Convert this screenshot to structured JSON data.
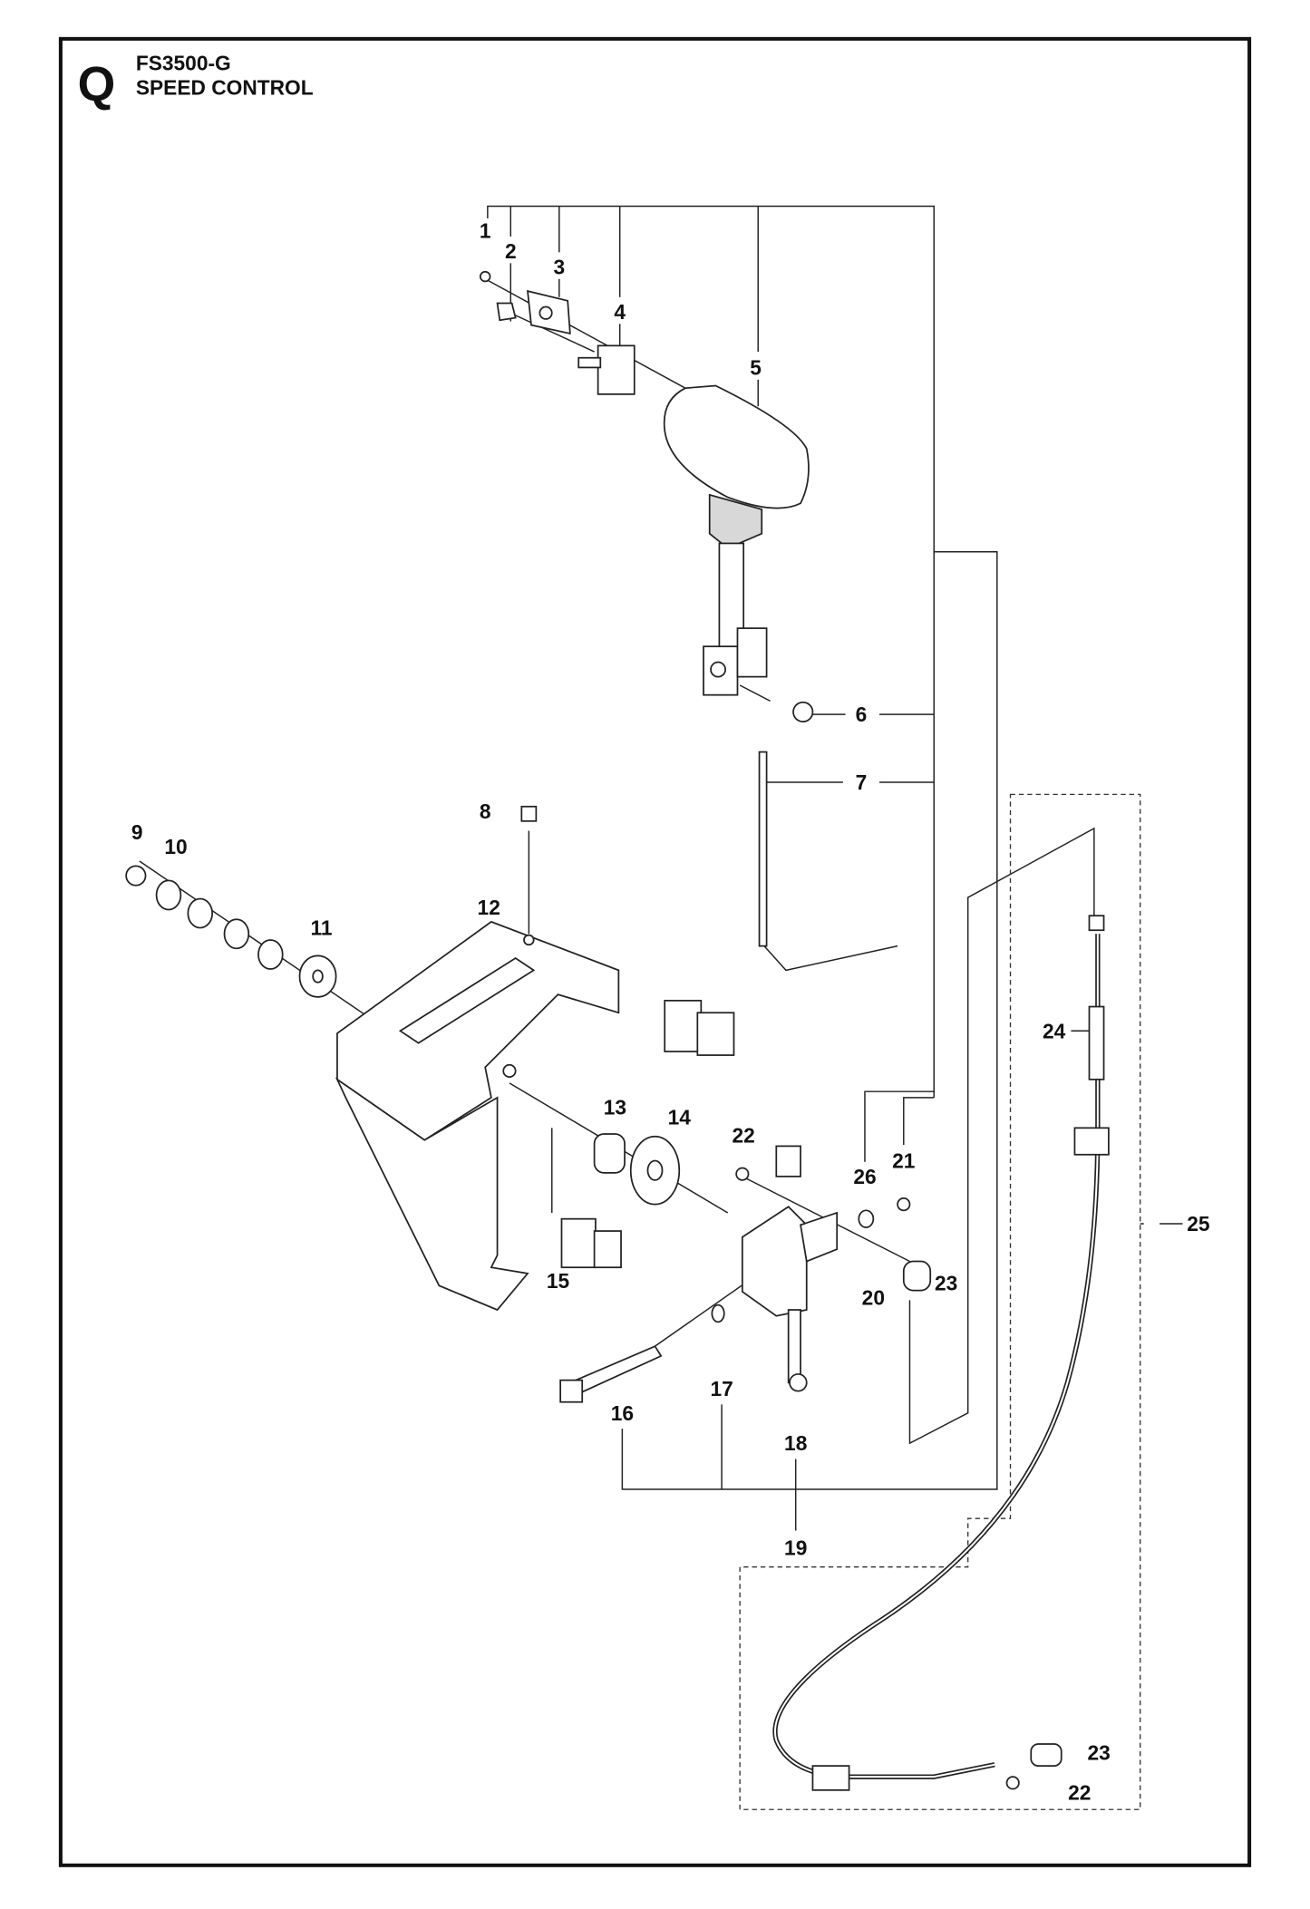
{
  "header": {
    "section_letter": "Q",
    "model": "FS3500-G",
    "title": "SPEED CONTROL"
  },
  "parts": {
    "p1": "1",
    "p2": "2",
    "p3": "3",
    "p4": "4",
    "p5": "5",
    "p6": "6",
    "p7": "7",
    "p8": "8",
    "p9": "9",
    "p10": "10",
    "p11": "11",
    "p12": "12",
    "p13": "13",
    "p14": "14",
    "p15": "15",
    "p16": "16",
    "p17": "17",
    "p18": "18",
    "p19": "19",
    "p20": "20",
    "p21": "21",
    "p22": "22",
    "p23": "23",
    "p24": "24",
    "p25": "25",
    "p26": "26",
    "p23b": "23",
    "p22b": "22"
  }
}
